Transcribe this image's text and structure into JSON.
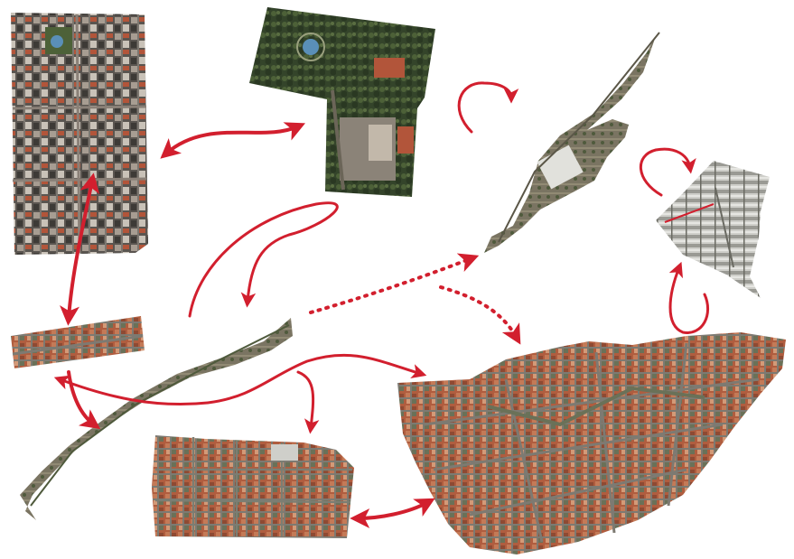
{
  "figure": {
    "arrow_color": "#d21f2e",
    "background": "#ffffff",
    "fragments": [
      {
        "id": "downtown-grid-tile",
        "colors": [
          "#3d3a36",
          "#8a8077",
          "#b2553a",
          "#5f6e4c"
        ]
      },
      {
        "id": "plaza-fountain-tile",
        "colors": [
          "#2f3e27",
          "#4d5a3c",
          "#7b7163",
          "#5a8fb8"
        ]
      },
      {
        "id": "narrow-strip-tile",
        "colors": [
          "#8b5a42",
          "#a68b70",
          "#5d6d45"
        ]
      },
      {
        "id": "railway-corridor-tile",
        "colors": [
          "#6f6a5a",
          "#8b8470",
          "#4f5a3c"
        ]
      },
      {
        "id": "industrial-block-tile",
        "colors": [
          "#9a9a94",
          "#d6d6d2",
          "#6a6a62"
        ]
      },
      {
        "id": "riverside-corridor-tile",
        "colors": [
          "#6e6a5e",
          "#8d8775",
          "#3f4a33"
        ]
      },
      {
        "id": "residential-grid-tile",
        "colors": [
          "#a04f34",
          "#c57b59",
          "#7b7e73",
          "#5c6a44"
        ]
      },
      {
        "id": "dense-neighborhood-tile",
        "colors": [
          "#a9563a",
          "#c98663",
          "#6a7158",
          "#7d7a72"
        ]
      }
    ]
  }
}
